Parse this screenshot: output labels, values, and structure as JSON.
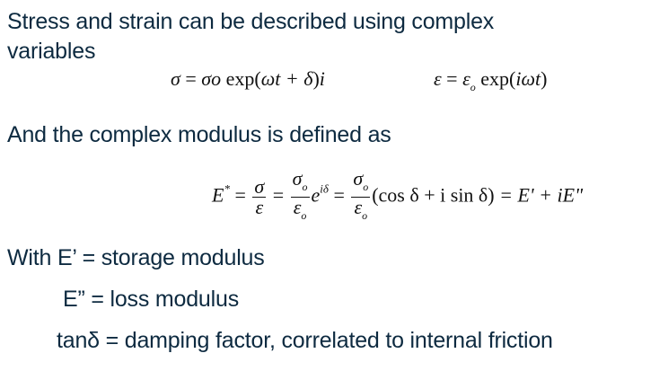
{
  "intro": {
    "line1": "Stress and strain can be described using complex",
    "line2": "variables"
  },
  "equations_row1": {
    "stress": {
      "lhs": "σ",
      "eq": " = ",
      "amp": "σo",
      "exp": " exp(",
      "arg": "ωt + δ",
      "close": ")",
      "i": "i"
    },
    "strain": {
      "lhs": "ε",
      "eq": " = ",
      "amp": "ε",
      "amp_sub": "o",
      "exp": " exp(",
      "arg": "iωt",
      "close": ")"
    }
  },
  "modulus_intro": "And the complex modulus is defined as",
  "modulus_equation": {
    "lhs": "E",
    "lhs_sup": "*",
    "eq": " = ",
    "f1_num": "σ",
    "f1_den": "ε",
    "f2_num": "σ",
    "f2_num_sub": "o",
    "f2_den": "ε",
    "f2_den_sub": "o",
    "exp_base": "e",
    "exp_sup": "iδ",
    "f3_num": "σ",
    "f3_num_sub": "o",
    "f3_den": "ε",
    "f3_den_sub": "o",
    "trig": "(cos δ + i sin δ)",
    "rhs": " = E' + iE\""
  },
  "definitions": [
    {
      "text": "With E’  = storage modulus"
    },
    {
      "text": "E” = loss modulus"
    },
    {
      "text": "tanδ = damping factor, correlated to internal friction"
    }
  ]
}
